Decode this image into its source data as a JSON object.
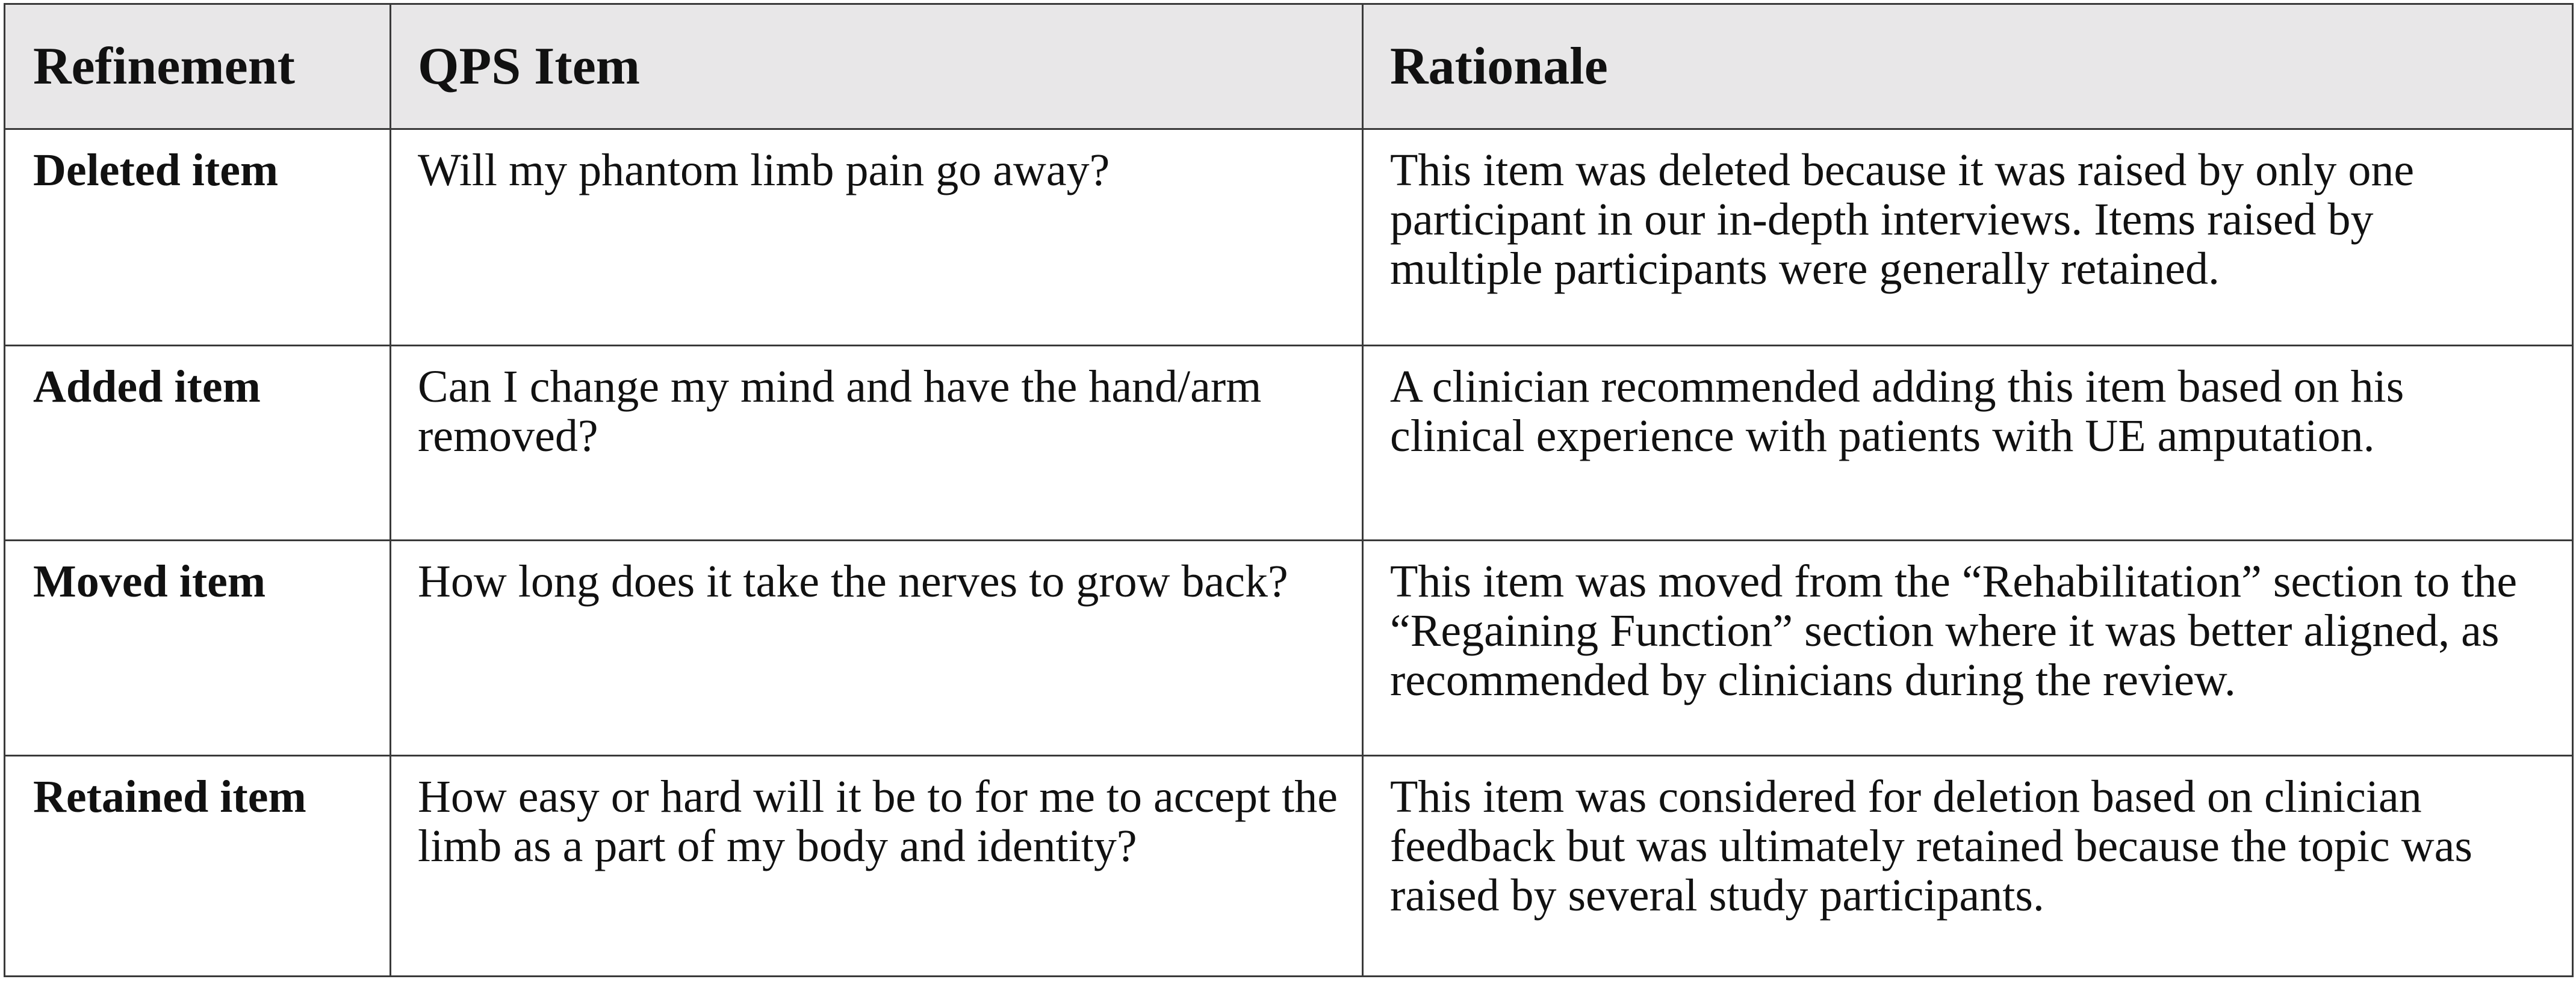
{
  "table": {
    "headers": [
      "Refinement",
      "QPS Item",
      "Rationale"
    ],
    "rows": [
      {
        "refinement": "Deleted item",
        "item": "Will my phantom limb pain go away?",
        "rationale": "This item was deleted because it was raised by only one participant in our in-depth interviews. Items raised by multiple participants were generally retained."
      },
      {
        "refinement": "Added item",
        "item": "Can I change my mind and have the hand/arm removed?",
        "rationale": "A clinician recommended adding this item based on his clinical experience with patients with UE amputation."
      },
      {
        "refinement": "Moved item",
        "item": "How long does it take the nerves to grow back?",
        "rationale": "This item was moved from the “Rehabilitation” section to the “Regaining Function” section where it was better aligned, as recommended by clinicians during the review."
      },
      {
        "refinement": "Retained item",
        "item": "How easy or hard will it be to for me to accept the limb as a part of my body and identity?",
        "rationale": "This item was considered for deletion based on clinician feedback but was ultimately retained because the topic was raised by several study participants."
      }
    ]
  }
}
